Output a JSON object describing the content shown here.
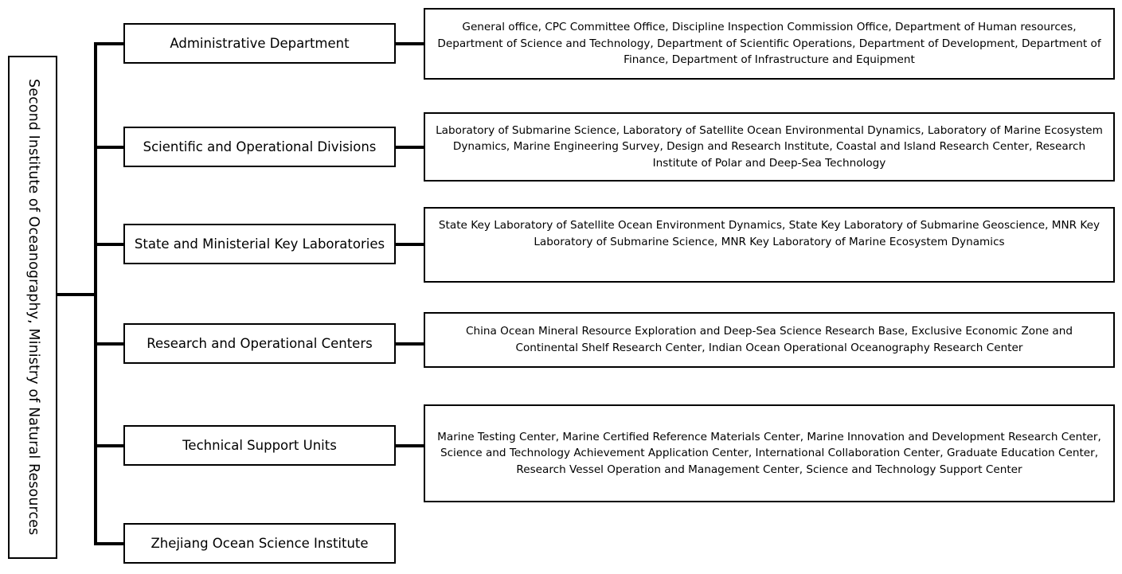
{
  "diagram": {
    "title": "Second Institute of Oceanography, Ministry of Natural Resources",
    "root": {
      "label": "Second Institute of Oceanography, Ministry of Natural Resources"
    },
    "branches": [
      {
        "id": "administrative-department",
        "label": "Administrative Department",
        "detail": "General office, CPC Committee Office, Discipline Inspection Commission Office, Department of Human resources, Department of Science and Technology, Department of Scientific Operations, Department of Development, Department of Finance, Department of Infrastructure and Equipment",
        "has_detail": true
      },
      {
        "id": "scientific-and-operational-divisions",
        "label": "Scientific and Operational Divisions",
        "detail": "Laboratory of Submarine Science, Laboratory of Satellite Ocean Environmental Dynamics, Laboratory of Marine Ecosystem Dynamics, Marine Engineering Survey, Design and Research Institute, Coastal and Island Research Center, Research Institute of Polar and Deep-Sea Technology",
        "has_detail": true
      },
      {
        "id": "state-and-ministerial-key-laboratories",
        "label": "State and Ministerial Key Laboratories",
        "detail": "State Key Laboratory of Satellite Ocean Environment Dynamics, State Key Laboratory of Submarine Geoscience, MNR Key Laboratory of Submarine Science, MNR Key Laboratory of Marine Ecosystem Dynamics",
        "has_detail": true
      },
      {
        "id": "research-and-operational-centers",
        "label": "Research and Operational Centers",
        "detail": "China Ocean Mineral Resource Exploration and Deep-Sea Science Research Base, Exclusive Economic Zone and Continental Shelf Research Center, Indian Ocean Operational Oceanography Research Center",
        "has_detail": true
      },
      {
        "id": "technical-support-units",
        "label": "Technical Support Units",
        "detail": "Marine Testing Center, Marine Certified Reference Materials Center, Marine Innovation and Development Research Center, Science and Technology Achievement Application Center, International Collaboration Center, Graduate Education Center, Research Vessel Operation and Management Center, Science and Technology Support Center",
        "has_detail": true
      },
      {
        "id": "zhejiang-ocean-science-institute",
        "label": "Zhejiang Ocean Science Institute",
        "detail": "",
        "has_detail": false
      }
    ],
    "colors": {
      "background": "#ffffff",
      "border": "#000000",
      "text": "#000000",
      "connector": "#000000"
    }
  }
}
